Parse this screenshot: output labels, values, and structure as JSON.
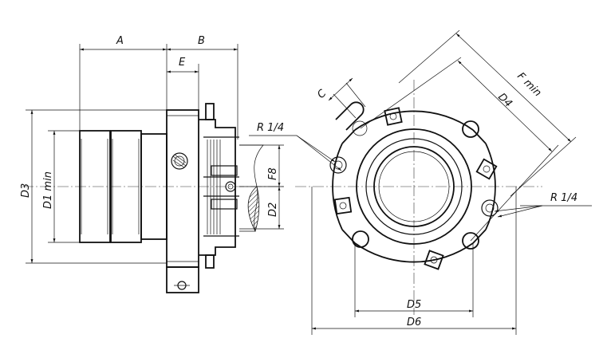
{
  "labels": {
    "A": "A",
    "B": "B",
    "E": "E",
    "D3": "D3",
    "D1": "D1 min",
    "F8": "F8",
    "D2": "D2",
    "R_top": "R 1/4",
    "R_right": "R 1/4",
    "C": "C",
    "D4": "D4",
    "F": "F min",
    "D5": "D5",
    "D6": "D6"
  },
  "colors": {
    "line": "#111111",
    "background": "#ffffff"
  }
}
